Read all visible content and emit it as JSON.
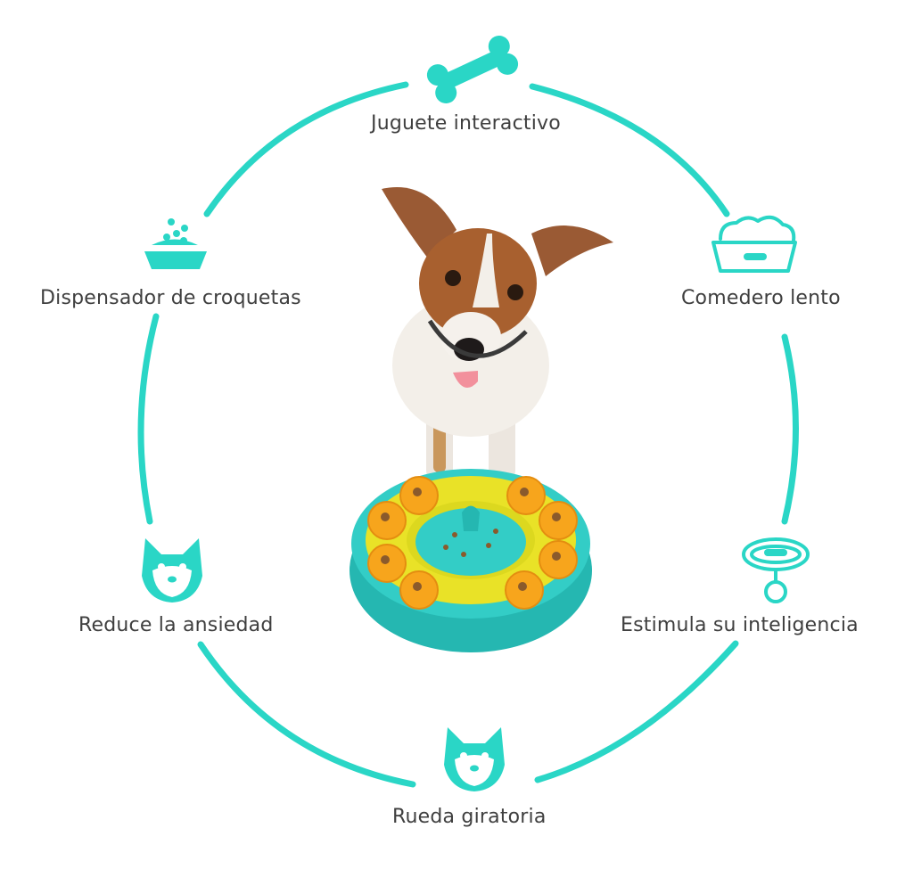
{
  "colors": {
    "accent": "#2ad6c6",
    "text": "#3f3f3f",
    "background": "#ffffff",
    "toy_base": "#2fc3c0",
    "toy_yellow": "#e9e227",
    "toy_orange": "#f7a51c"
  },
  "features": [
    {
      "label": "Juguete interactivo",
      "icon": "bone-icon"
    },
    {
      "label": "Comedero lento",
      "icon": "slow-feeder-bowl-icon"
    },
    {
      "label": "Estimula su inteligencia",
      "icon": "collar-icon"
    },
    {
      "label": "Rueda giratoria",
      "icon": "shiba-face-icon"
    },
    {
      "label": "Reduce la ansiedad",
      "icon": "shiba-face-icon"
    },
    {
      "label": "Dispensador de croquetas",
      "icon": "kibble-bowl-icon"
    }
  ],
  "product_photo": "dog-with-puzzle-feeder"
}
